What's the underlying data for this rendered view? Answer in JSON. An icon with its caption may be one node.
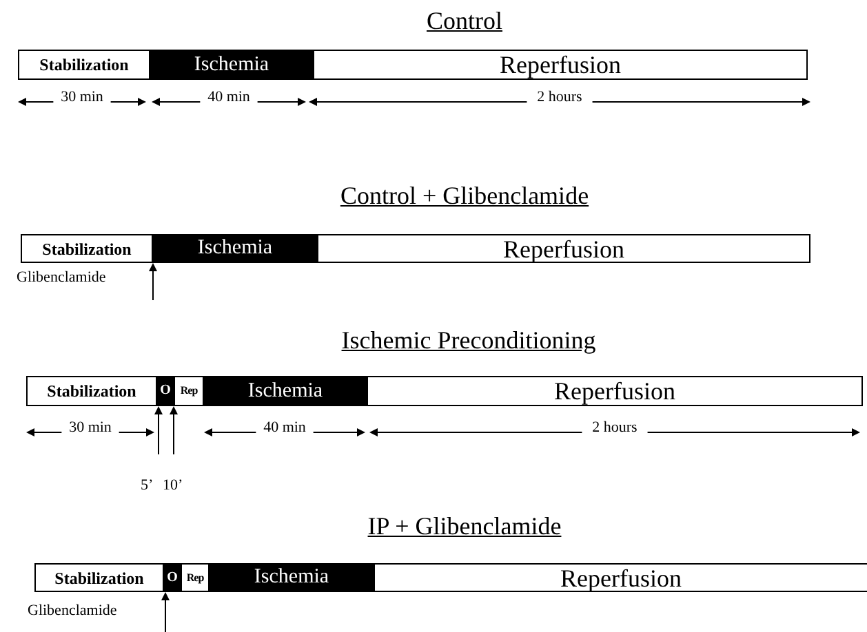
{
  "diagram": {
    "nodes": [
      {
        "text": [
          "Stabilization"
        ]
      },
      {
        "text": [
          "Ischemia"
        ]
      },
      {
        "text": [
          "Reperfusion"
        ]
      },
      {
        "text": [
          "Stabilization"
        ]
      },
      {
        "text": [
          "Ischemia"
        ]
      },
      {
        "text": [
          "Reperfusion"
        ]
      },
      {
        "text": [
          "Stabilization"
        ]
      },
      {
        "text": [
          "O"
        ]
      },
      {
        "text": [
          "Rep"
        ]
      },
      {
        "text": [
          "Ischemia"
        ]
      },
      {
        "text": [
          "Reperfusion"
        ]
      },
      {
        "text": [
          "Stabilization"
        ]
      },
      {
        "text": [
          "O"
        ]
      },
      {
        "text": [
          "Rep"
        ]
      },
      {
        "text": [
          "Ischemia"
        ]
      },
      {
        "text": [
          "Reperfusion"
        ]
      }
    ],
    "edges": [
      {
        "from": null,
        "to": 4,
        "arrow": "to"
      },
      {
        "from": null,
        "to": 7,
        "arrow": "to"
      },
      {
        "from": null,
        "to": 8,
        "arrow": "to"
      },
      {
        "from": null,
        "to": 12,
        "arrow": "to"
      }
    ],
    "labels": [
      "Control",
      "30 min",
      "40 min",
      "2 hours",
      "Control + Glibenclamide",
      "Glibenclamide",
      "Ischemic Preconditioning",
      "30 min",
      "40 min",
      "2 hours",
      "5’",
      "10’",
      "IP + Glibenclamide",
      "Glibenclamide"
    ]
  }
}
